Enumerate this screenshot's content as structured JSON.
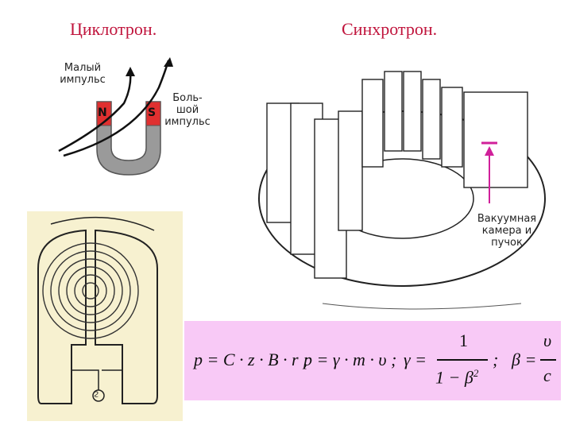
{
  "titles": {
    "cyclotron": "Циклотрон.",
    "synchrotron": "Синхротрон."
  },
  "magnet": {
    "label_small_1": "Малый",
    "label_small_2": "импульс",
    "label_big_1": "Боль-",
    "label_big_2": "шой",
    "label_big_3": "импульс",
    "pole_n": "N",
    "pole_s": "S"
  },
  "cyclotron_drawing": {
    "generator_symbol": "ϩ"
  },
  "synchrotron_drawing": {
    "caption_1": "Вакуумная",
    "caption_2": "камера и",
    "caption_3": "пучок"
  },
  "formulas": {
    "f1": "p = C · z · B · r ;",
    "f2": "p = γ · m · υ ;",
    "f3_lhs": "γ =",
    "f3_num": "1",
    "f3_den": "1 − β",
    "f3_exp": "2",
    "f3_sep": ";",
    "f4_lhs": "β =",
    "f4_num": "υ",
    "f4_den": "c"
  },
  "colors": {
    "title": "#c0143c",
    "formula_bg": "#f8c9f6",
    "arrow": "#d0209a",
    "magnet_red": "#e03030",
    "magnet_gray": "#9a9a9a",
    "paper": "#f7f1d0"
  }
}
